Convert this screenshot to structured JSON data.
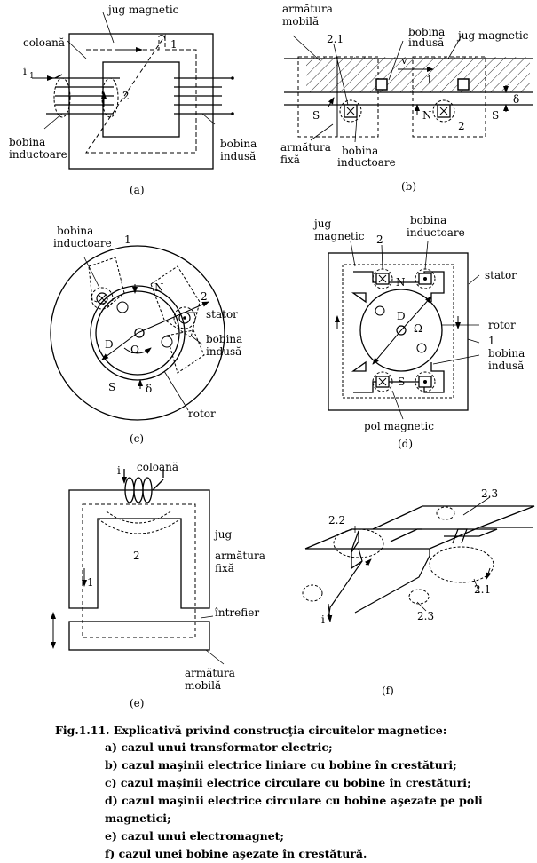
{
  "panel_a": {
    "jug": "jug magnetic",
    "coloana": "coloană",
    "current": "i",
    "current_sub": "1",
    "inductor_1": "bobina",
    "inductor_2": "inductoare",
    "induced_1": "bobina",
    "induced_2": "indusă",
    "mark_1": "1",
    "mark_2": "2",
    "tag": "(a)"
  },
  "panel_b": {
    "mobile_1": "armătura",
    "mobile_2": "mobilă",
    "induced_1": "bobina",
    "induced_2": "indusă",
    "jug": "jug magnetic",
    "mark_21": "2.1",
    "velocity": "v",
    "mark_1": "1",
    "delta": "δ",
    "mark_2": "2",
    "pole_S1": "S",
    "pole_N": "N",
    "pole_S2": "S",
    "fixed_1": "armătura",
    "fixed_2": "fixă",
    "inductor_1": "bobina",
    "inductor_2": "inductoare",
    "tag": "(b)"
  },
  "panel_c": {
    "inductor_1": "bobina",
    "inductor_2": "inductoare",
    "mark_1": "1",
    "pole_N": "N",
    "mark_2": "2",
    "stator": "stator",
    "induced_1": "bobina",
    "induced_2": "indusă",
    "diameter": "D",
    "omega": "Ω",
    "pole_S": "S",
    "delta": "δ",
    "rotor": "rotor",
    "tag": "(c)"
  },
  "panel_d": {
    "jug_1": "jug",
    "jug_2": "magnetic",
    "mark_2": "2",
    "inductor_1": "bobina",
    "inductor_2": "inductoare",
    "stator": "stator",
    "pole_N": "N",
    "diameter": "D",
    "omega": "Ω",
    "rotor": "rotor",
    "mark_1": "1",
    "induced_1": "bobina",
    "induced_2": "indusă",
    "pole_S": "S",
    "pole": "pol magnetic",
    "tag": "(d)"
  },
  "panel_e": {
    "coloana": "coloană",
    "current": "i",
    "jug": "jug",
    "fixed_1": "armătura",
    "fixed_2": "fixă",
    "mark_2": "2",
    "mark_1": "1",
    "gap": "întrefier",
    "mobile_1": "armătura",
    "mobile_2": "mobilă",
    "tag": "(e)"
  },
  "panel_f": {
    "mark_23a": "2.3",
    "mark_22": "2.2",
    "mark_21": "2.1",
    "mark_23b": "2.3",
    "current": "i",
    "tag": "(f)"
  },
  "caption": {
    "title": "Fig.1.11. Explicativă privind construcţia circuitelor magnetice:",
    "items": [
      "a) cazul unui transformator electric;",
      "b) cazul maşinii electrice liniare cu bobine în crestături;",
      "c) cazul maşinii electrice circulare cu bobine în crestături;",
      "d) cazul maşinii electrice circulare cu bobine aşezate pe poli magnetici;",
      "e) cazul unui electromagnet;",
      "f) cazul unei bobine aşezate în crestătură."
    ]
  }
}
